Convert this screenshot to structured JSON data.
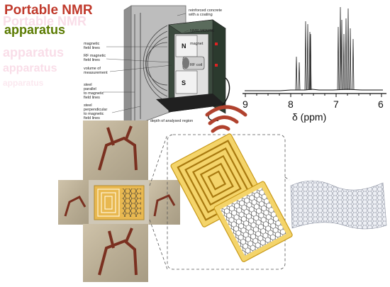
{
  "title": {
    "line1": "Portable NMR",
    "line2": "apparatus"
  },
  "ghost_text": [
    "Portable NMR",
    "apparatus",
    "apparatus",
    "apparatus"
  ],
  "diagram_labels": {
    "reinforced": "reinforced concrete",
    "reinforced2": "with a coating",
    "nmr_mouse": "NMR-MOUSE",
    "magnet": "magnet",
    "rf_coil": "RF coil",
    "magnetic1": "magnetic",
    "magnetic2": "field lines",
    "rf1": "RF magnetic",
    "rf2": "field lines",
    "vol1": "volume of",
    "vol2": "measurement",
    "steel_par1": "steel",
    "steel_par2": "parallel",
    "steel_par3": "to magnetic",
    "steel_par4": "field lines",
    "steel_perp1": "steel",
    "steel_perp2": "perpendicular",
    "steel_perp3": "to magnetic",
    "steel_perp4": "field lines",
    "depth": "depth of analysed region",
    "pole_n": "N",
    "pole_s": "S"
  },
  "spectrum": {
    "ticks": [
      "9",
      "8",
      "7",
      "6"
    ],
    "xlabel": "δ (ppm)"
  },
  "colors": {
    "title_red": "#c0392b",
    "title_green": "#5a7a00",
    "gold": "#e8b820",
    "copper": "#c86a3a",
    "graphene": "#555566"
  }
}
